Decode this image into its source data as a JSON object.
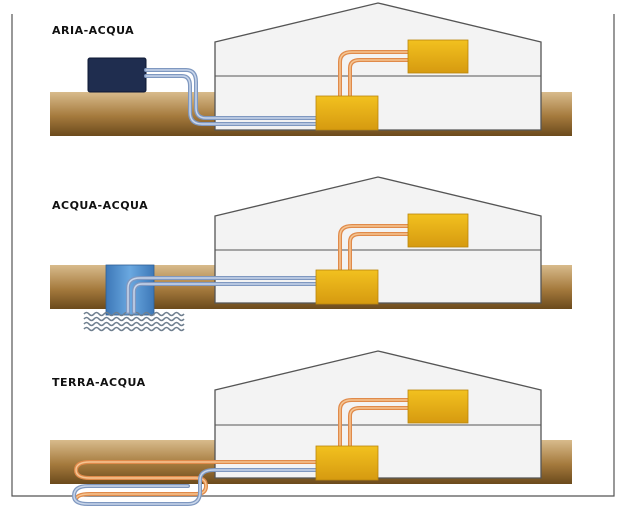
{
  "panels": [
    {
      "label": "ARIA-ACQUA",
      "source": "air-unit"
    },
    {
      "label": "ACQUA-ACQUA",
      "source": "water-well"
    },
    {
      "label": "TERRA-ACQUA",
      "source": "ground-loop"
    }
  ],
  "colors": {
    "ground_dark": "#6b4a1c",
    "ground_mid": "#a57a3d",
    "ground_light": "#d8bb8c",
    "house_fill": "#f3f3f3",
    "house_stroke": "#555555",
    "unit_yellow": "#f2c11f",
    "unit_yellow_dark": "#d69a10",
    "pipe_blue": "#7f98c0",
    "pipe_blue_light": "#c9d6ea",
    "pipe_orange": "#e08a4a",
    "pipe_orange_light": "#f5c592",
    "air_unit": "#1f2d4f",
    "well_blue": "#6aa8e0",
    "frame": "#555555"
  }
}
